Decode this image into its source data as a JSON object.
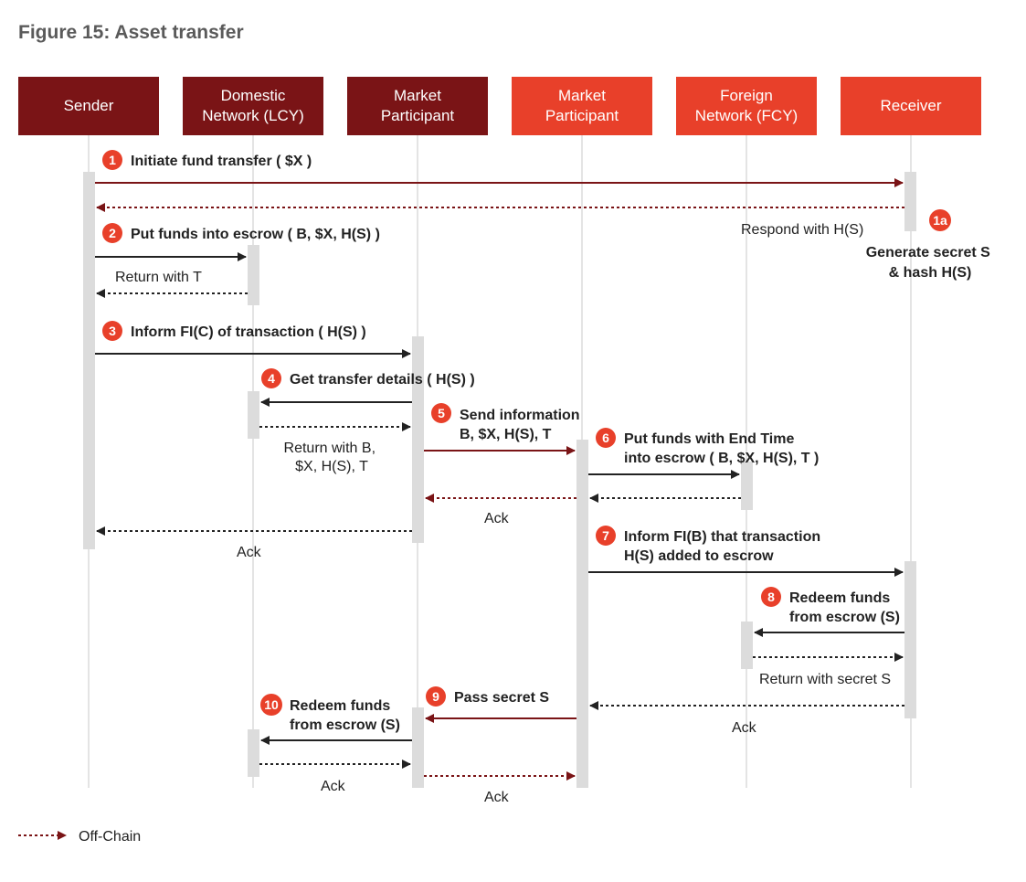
{
  "figure": {
    "title": "Figure 15: Asset transfer"
  },
  "lanes": [
    {
      "name": "Sender",
      "style": "dark"
    },
    {
      "name": "Domestic\nNetwork (LCY)",
      "style": "dark"
    },
    {
      "name": "Market\nParticipant",
      "style": "dark"
    },
    {
      "name": "Market\nParticipant",
      "style": "bright"
    },
    {
      "name": "Foreign\nNetwork (FCY)",
      "style": "bright"
    },
    {
      "name": "Receiver",
      "style": "bright"
    }
  ],
  "steps": {
    "s1": {
      "badge": "1",
      "lines": [
        "Initiate fund transfer ( $X )"
      ]
    },
    "s1a": {
      "badge": "1a",
      "lines": [
        "Generate secret S",
        "& hash H(S)"
      ]
    },
    "s2": {
      "badge": "2",
      "lines": [
        "Put funds into escrow ( B, $X, H(S) )"
      ]
    },
    "s3": {
      "badge": "3",
      "lines": [
        "Inform FI(C) of transaction ( H(S) )"
      ]
    },
    "s4": {
      "badge": "4",
      "lines": [
        "Get transfer details ( H(S) )"
      ]
    },
    "s5": {
      "badge": "5",
      "lines": [
        "Send information",
        "B, $X, H(S), T"
      ]
    },
    "s6": {
      "badge": "6",
      "lines": [
        "Put funds with End Time",
        "into escrow ( B, $X, H(S), T )"
      ]
    },
    "s7": {
      "badge": "7",
      "lines": [
        "Inform FI(B) that transaction",
        "H(S) added to escrow"
      ]
    },
    "s8": {
      "badge": "8",
      "lines": [
        "Redeem funds",
        "from escrow (S)"
      ]
    },
    "s9": {
      "badge": "9",
      "lines": [
        "Pass secret S"
      ]
    },
    "s10": {
      "badge": "10",
      "lines": [
        "Redeem funds",
        "from escrow (S)"
      ]
    }
  },
  "returns": {
    "r1": [
      "Respond with H(S)"
    ],
    "r2": [
      "Return with T"
    ],
    "r4": [
      "Return with B,",
      "$X, H(S), T"
    ],
    "r6": [
      "Ack"
    ],
    "r3": [
      "Ack"
    ],
    "r8": [
      "Return with secret S"
    ],
    "r9": [
      "Ack"
    ],
    "r10": [
      "Ack"
    ],
    "r10b": [
      "Ack"
    ]
  },
  "legend": {
    "label": "Off-Chain"
  },
  "colors": {
    "dark_red": "#7a1416",
    "bright_red": "#e8402a",
    "on_chain_arrow": "#222222",
    "off_chain_arrow": "#7a1416",
    "activation": "#dcdcdc",
    "lifeline": "#c8c8c8"
  }
}
